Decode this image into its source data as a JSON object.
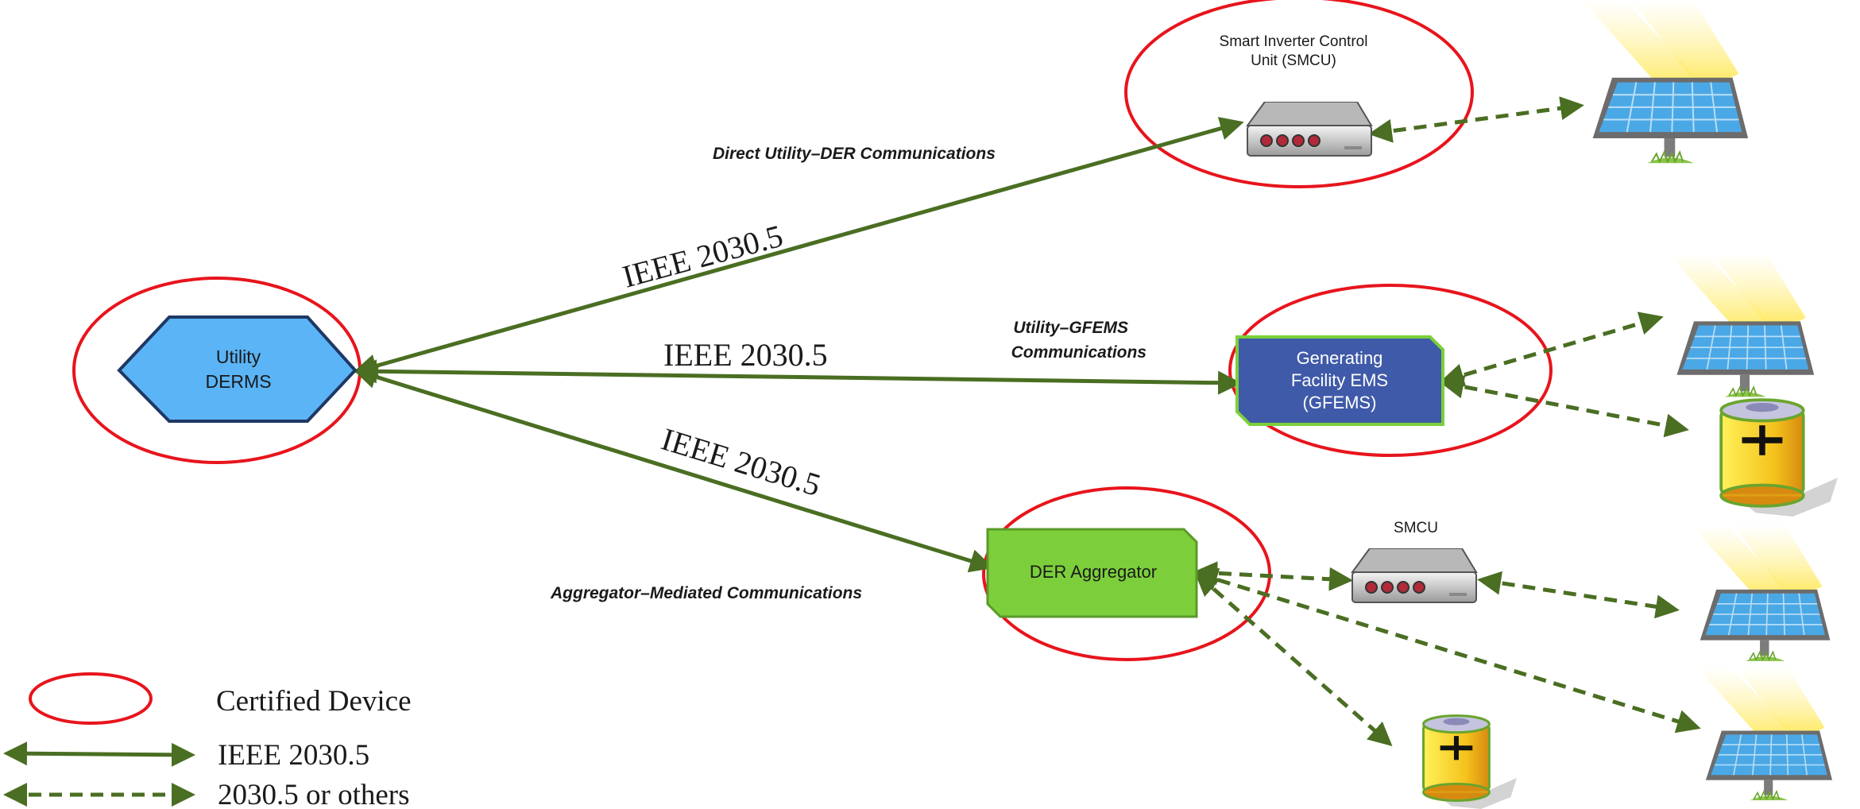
{
  "colors": {
    "certified": "#e8141c",
    "link": "#4a6e22",
    "derms_fill": "#5ab4f5",
    "gfems_fill": "#3f5aa8",
    "aggregator_fill": "#7ccf3a"
  },
  "nodes": {
    "derms": {
      "label_line1": "Utility",
      "label_line2": "DERMS"
    },
    "smcu_top": {
      "label_line1": "Smart Inverter Control",
      "label_line2": "Unit (SMCU)",
      "icon": "inverter-box-icon"
    },
    "gfems": {
      "label_line1": "Generating",
      "label_line2": "Facility EMS",
      "label_line3": "(GFEMS)"
    },
    "aggregator": {
      "label": "DER Aggregator"
    },
    "smcu_small": {
      "label": "SMCU",
      "icon": "inverter-box-icon"
    }
  },
  "links": {
    "direct": {
      "protocol": "IEEE 2030.5",
      "caption": "Direct Utility–DER Communications"
    },
    "gfems": {
      "protocol": "IEEE 2030.5",
      "caption_line1": "Utility–GFEMS",
      "caption_line2": "Communications"
    },
    "aggregator": {
      "protocol": "IEEE 2030.5",
      "caption": "Aggregator–Mediated Communications"
    }
  },
  "legend": {
    "certified": "Certified Device",
    "solid": "IEEE 2030.5",
    "dashed": "2030.5 or others"
  },
  "assets": {
    "solar": "solar-panel-icon",
    "battery": "battery-icon"
  }
}
